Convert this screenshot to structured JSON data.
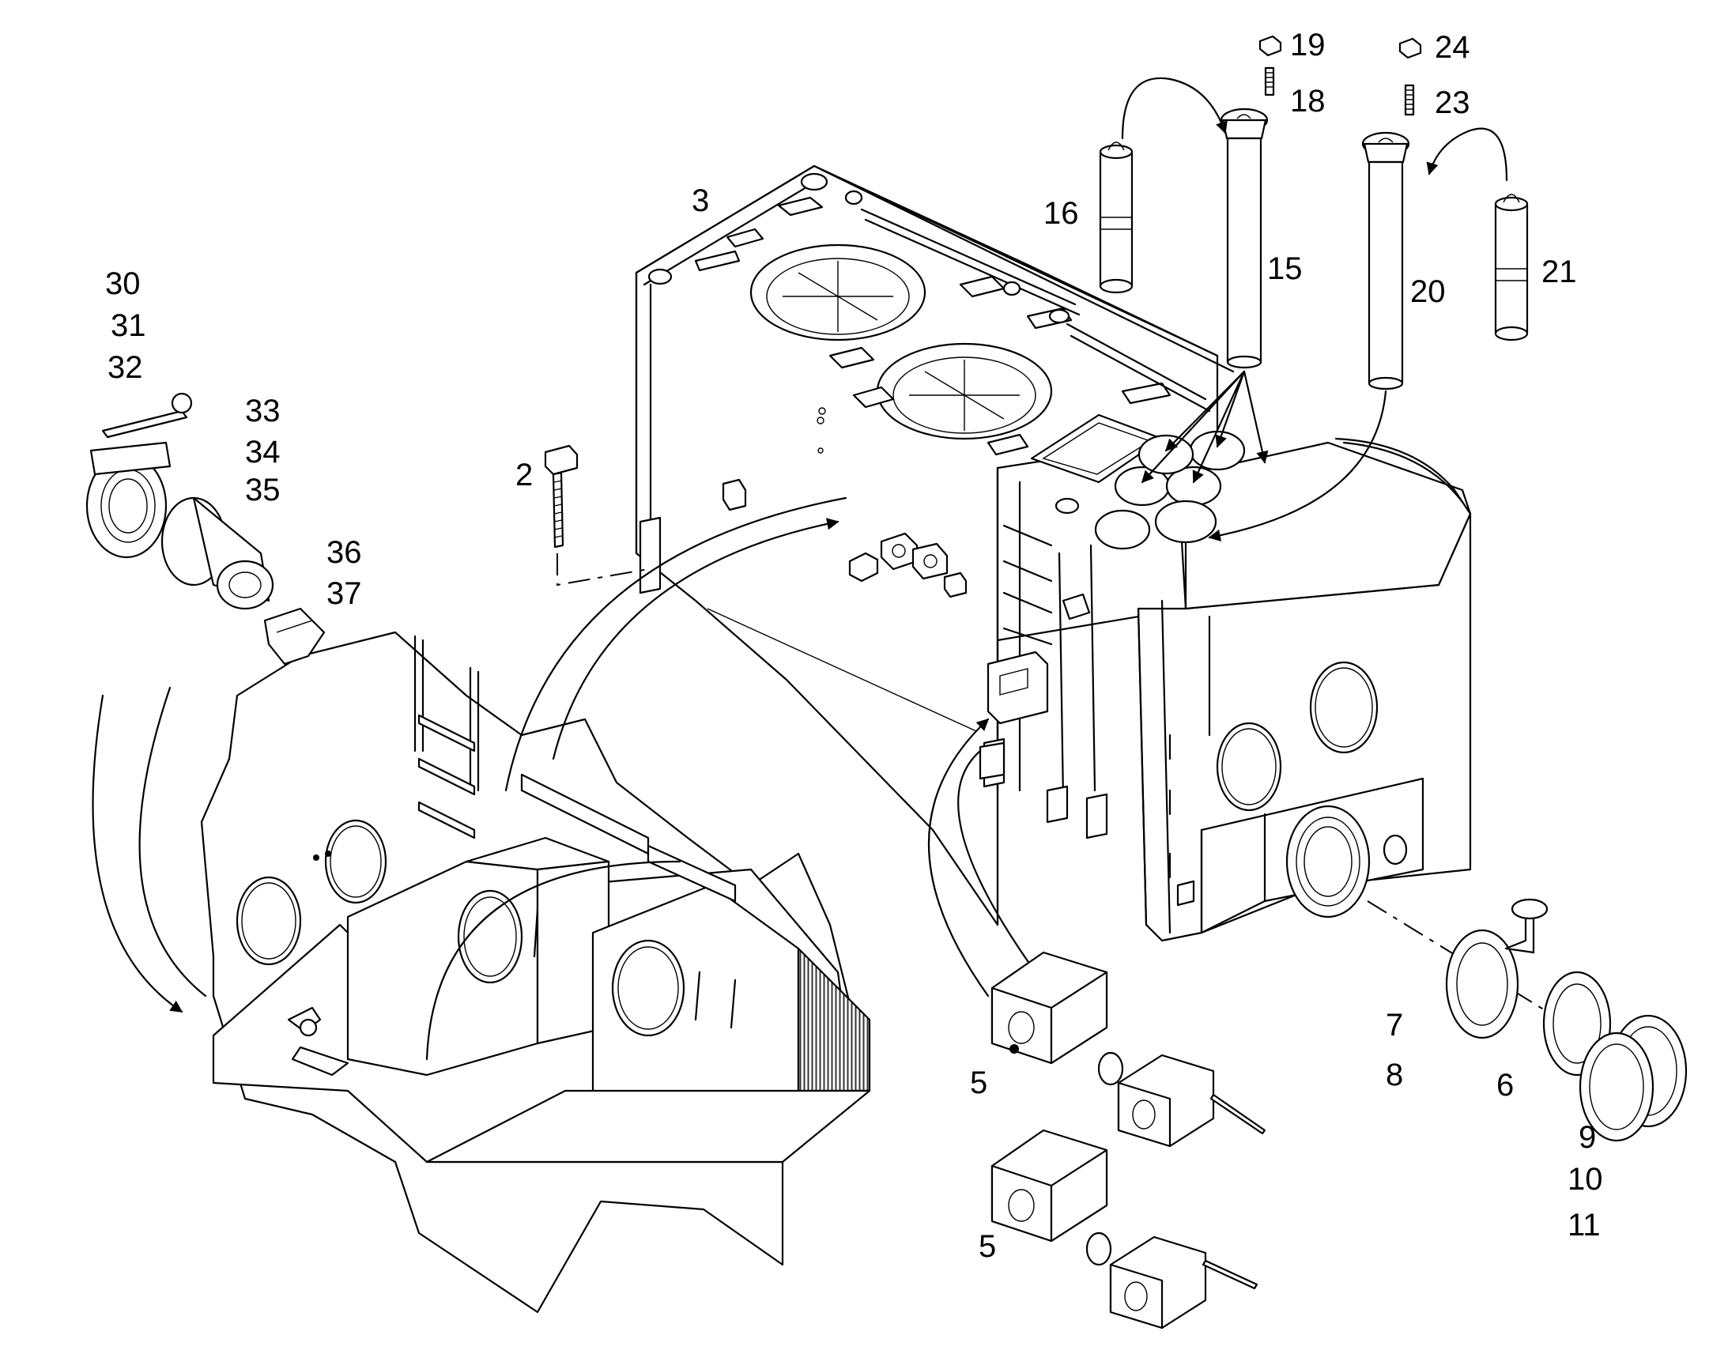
{
  "callouts": {
    "c2": "2",
    "c3": "3",
    "c5a": "5",
    "c5b": "5",
    "c6": "6",
    "c7": "7",
    "c8": "8",
    "c9": "9",
    "c10": "10",
    "c11": "11",
    "c15": "15",
    "c16": "16",
    "c18": "18",
    "c19": "19",
    "c20": "20",
    "c21": "21",
    "c23": "23",
    "c24": "24",
    "c30": "30",
    "c31": "31",
    "c32": "32",
    "c33": "33",
    "c34": "34",
    "c35": "35",
    "c36": "36",
    "c37": "37"
  }
}
